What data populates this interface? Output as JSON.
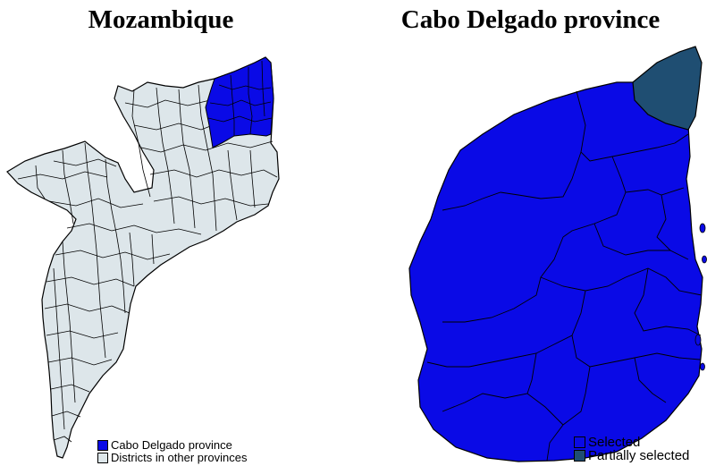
{
  "colors": {
    "selected": "#0a0ae6",
    "partial": "#1f4e72",
    "other": "#dde6ea",
    "border": "#000000"
  },
  "left_panel": {
    "title": "Mozambique",
    "legend": [
      {
        "label": "Cabo Delgado province",
        "color": "#0a0ae6"
      },
      {
        "label": "Districts in other provinces",
        "color": "#dde6ea"
      }
    ]
  },
  "right_panel": {
    "title": "Cabo Delgado province",
    "legend": [
      {
        "label": "Selected",
        "color": "#0a0ae6"
      },
      {
        "label": "Partially selected",
        "color": "#1f4e72"
      }
    ]
  }
}
